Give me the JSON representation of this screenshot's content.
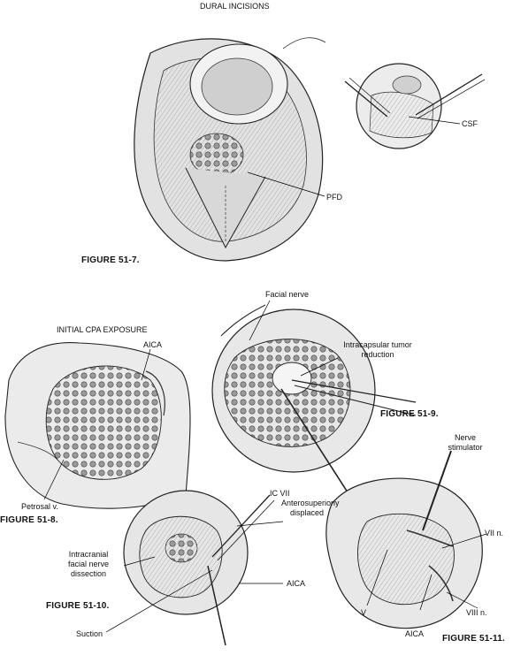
{
  "figures": {
    "fig7": {
      "title": "DURAL INCISIONS",
      "caption": "FIGURE 51-7.",
      "labels": {
        "csf": "CSF",
        "pfd": "PFD"
      }
    },
    "fig8": {
      "title": "INITIAL CPA EXPOSURE",
      "caption": "FIGURE 51-8.",
      "labels": {
        "aica": "AICA",
        "petrosal": "Petrosal v."
      }
    },
    "fig9": {
      "caption": "FIGURE 51-9.",
      "labels": {
        "facial_nerve": "Facial nerve",
        "intracapsular": "Intracapsular tumor reduction"
      }
    },
    "fig10": {
      "caption": "FIGURE 51-10.",
      "labels": {
        "ic_vii": "IC VII",
        "antero": "Anterosuperiorly displaced",
        "intracranial": "Intracranial facial nerve dissection",
        "aica": "AICA",
        "suction": "Suction"
      }
    },
    "fig11": {
      "caption": "FIGURE 51-11.",
      "labels": {
        "nerve_stim": "Nerve stimulator",
        "vii": "VII n.",
        "viii": "VIII n.",
        "v": "V",
        "aica": "AICA"
      }
    }
  }
}
